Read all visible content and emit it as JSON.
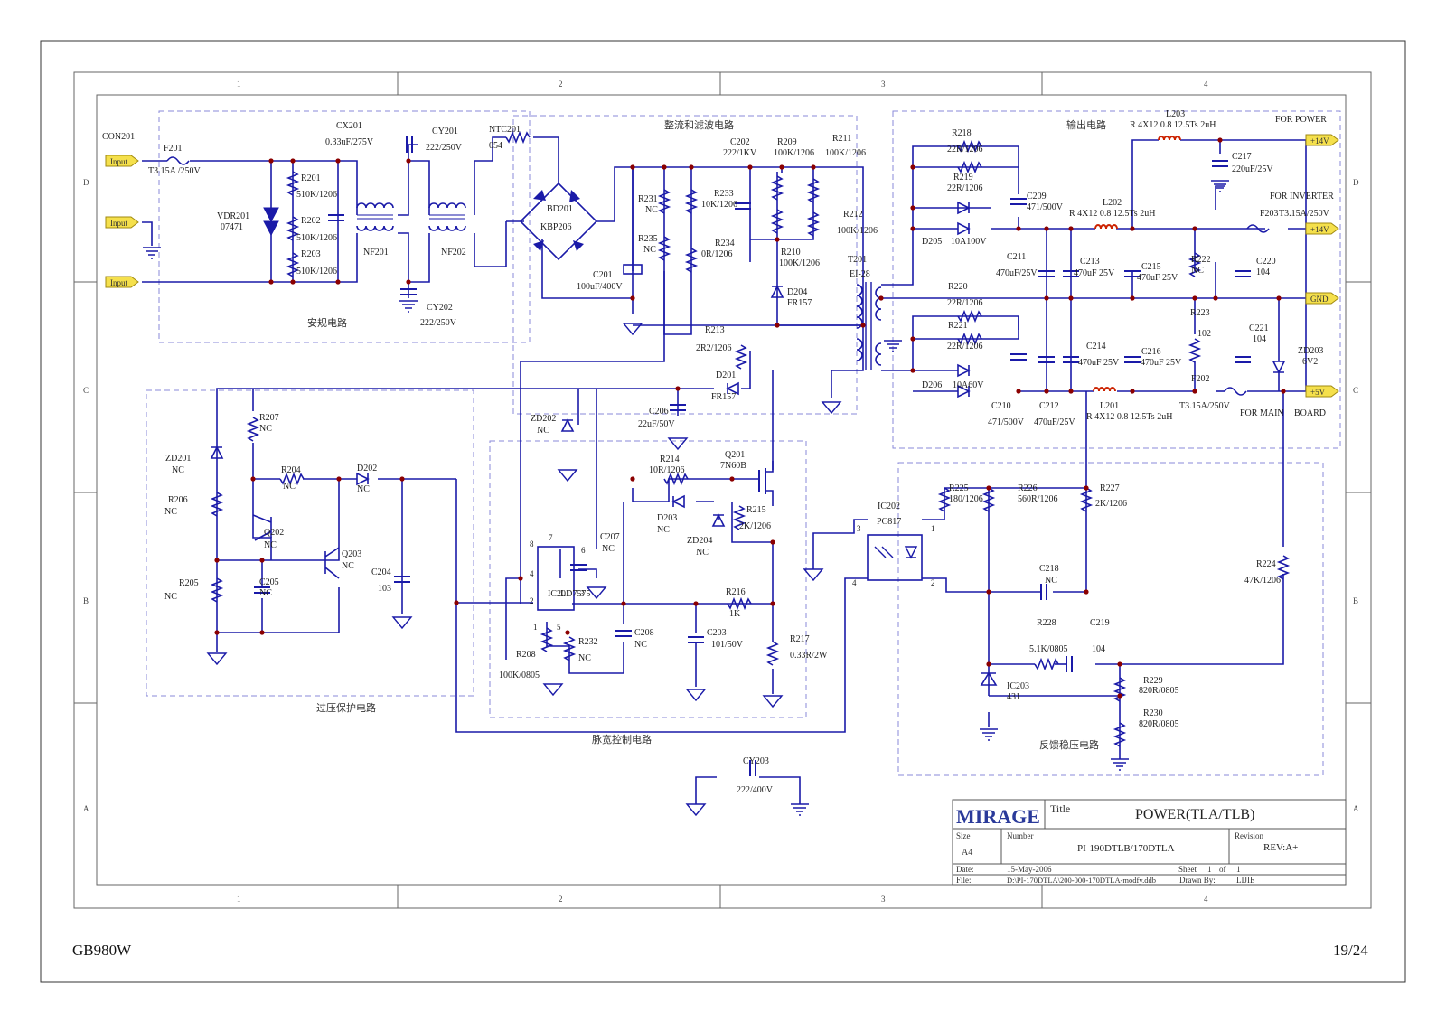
{
  "footer": {
    "model": "GB980W",
    "page": "19/24"
  },
  "grid": {
    "cols": [
      "1",
      "2",
      "3",
      "4"
    ],
    "rows": [
      "D",
      "C",
      "B",
      "A"
    ]
  },
  "sections": {
    "safety": "安规电路",
    "rectifier": "整流和滤波电路",
    "output": "输出电路",
    "ovp": "过压保护电路",
    "pwm": "脉宽控制电路",
    "feedback": "反馈稳压电路"
  },
  "ports": {
    "in1": "Input",
    "in2": "Input",
    "in3": "Input",
    "p14a": "+14V",
    "p14b": "+14V",
    "gnd": "GND",
    "p5": "+5V"
  },
  "labels": {
    "con201": "CON201",
    "f201": "F201",
    "f201v": "T3.15A /250V",
    "vdr": "VDR201",
    "vdrv": "07471",
    "r201": "R201",
    "r201v": "510K/1206",
    "r202": "R202",
    "r202v": "510K/1206",
    "r203": "R203",
    "r203v": "510K/1206",
    "cx201": "CX201",
    "cx201v": "0.33uF/275V",
    "cy201": "CY201",
    "cy201v": "222/250V",
    "cy202": "CY202",
    "cy202v": "222/250V",
    "nf201": "NF201",
    "nf202": "NF202",
    "ntc": "NTC201",
    "ntcv": "054",
    "bd": "BD201",
    "kbp": "KBP206",
    "c201": "C201",
    "c201v": "100uF/400V",
    "c202": "C202",
    "c202v": "222/1KV",
    "r209": "R209",
    "r209v": "100K/1206",
    "r211": "R211",
    "r211v": "100K/1206",
    "r212": "R212",
    "r212v": "100K/1206",
    "r210": "R210",
    "r210v": "100K/1206",
    "r231": "R231",
    "r231v": "NC",
    "r235": "R235",
    "r235v": "NC",
    "r233": "R233",
    "r233v": "10K/1206",
    "r234": "R234",
    "r234v": "0R/1206",
    "d204": "D204",
    "d204v": "FR157",
    "t201": "T201",
    "t201v": "EI-28",
    "r213": "R213",
    "r213v": "2R2/1206",
    "d201": "D201",
    "d201v": "FR157",
    "c206": "C206",
    "c206v": "22uF/50V",
    "zd202": "ZD202",
    "zd202v": "NC",
    "r214": "R214",
    "r214v": "10R/1206",
    "q201": "Q201",
    "q201v": "7N60B",
    "d203": "D203",
    "d203v": "NC",
    "zd204": "ZD204",
    "zd204v": "NC",
    "r215": "R215",
    "r215v": "2K/1206",
    "c207": "C207",
    "c207v": "NC",
    "ic201": "IC201",
    "ic201v": "LD7575",
    "r216": "R216",
    "r216v": "1K",
    "c208": "C208",
    "c208v": "NC",
    "c203": "C203",
    "c203v": "101/50V",
    "r217": "R217",
    "r217v": "0.33R/2W",
    "r208": "R208",
    "r208v": "100K/0805",
    "r232": "R232",
    "r232v": "NC",
    "r207": "R207",
    "r207v": "NC",
    "zd201": "ZD201",
    "zd201v": "NC",
    "r206": "R206",
    "r206v": "NC",
    "r204": "R204",
    "r204v": "NC",
    "d202": "D202",
    "d202v": "NC",
    "q202": "Q202",
    "q202v": "NC",
    "q203": "Q203",
    "q203v": "NC",
    "c205": "C205",
    "c205v": "NC",
    "r205": "R205",
    "r205v": "NC",
    "c204": "C204",
    "c204v": "103",
    "cy203": "CY203",
    "cy203v": "222/400V",
    "r218": "R218",
    "r218v": "22R/1206",
    "r219": "R219",
    "r219v": "22R/1206",
    "c209": "C209",
    "c209v": "471/500V",
    "d205": "D205",
    "d205v": "10A100V",
    "l202": "L202",
    "l202v": "R 4X12 0.8 12.5Ts 2uH",
    "l203": "L203",
    "l203v": "R 4X12 0.8 12.5Ts 2uH",
    "forpower": "FOR POWER",
    "forinv": "FOR INVERTER",
    "c217": "C217",
    "c217v": "220uF/25V",
    "f203": "F203",
    "f203v": "T3.15A/250V",
    "c211": "C211",
    "c211v": "470uF/25V",
    "c213": "C213",
    "c213v": "470uF 25V",
    "c215": "C215",
    "c215v": "470uF 25V",
    "r222": "R222",
    "r222v": "NC",
    "c220": "C220",
    "c220v": "104",
    "r220": "R220",
    "r220v": "22R/1206",
    "r221": "R221",
    "r221v": "22R/1206",
    "r223": "R223",
    "r223v": "102",
    "c221": "C221",
    "c221v": "104",
    "zd203": "ZD203",
    "zd203v": "6V2",
    "c214": "C214",
    "c214v": "470uF 25V",
    "c216": "C216",
    "c216v": "470uF 25V",
    "d206": "D206",
    "d206v": "10A60V",
    "f202": "F202",
    "f202v": "T3.15A/250V",
    "c210": "C210",
    "c210v": "471/500V",
    "c212": "C212",
    "c212v": "470uF/25V",
    "l201": "L201",
    "l201v": "R 4X12 0.8 12.5Ts 2uH",
    "formain": "FOR MAIN",
    "board": "BOARD",
    "ic202": "IC202",
    "ic202v": "PC817",
    "r225": "R225",
    "r225v": "180/1206",
    "r226": "R226",
    "r226v": "560R/1206",
    "r227": "R227",
    "r227v": "2K/1206",
    "c218": "C218",
    "c218v": "NC",
    "r224": "R224",
    "r224v": "47K/1206",
    "r228": "R228",
    "r228v": "5.1K/0805",
    "c219": "C219",
    "c219v": "104",
    "ic203": "IC203",
    "ic203v": "431",
    "r229": "R229",
    "r229v": "820R/0805",
    "r230": "R230",
    "r230v": "820R/0805"
  },
  "title_block": {
    "logo": "MIRAGE",
    "title_label": "Title",
    "title": "POWER(TLA/TLB)",
    "size_label": "Size",
    "size": "A4",
    "number_label": "Number",
    "number": "PI-190DTLB/170DTLA",
    "revision_label": "Revision",
    "revision": "REV:A+",
    "date_label": "Date:",
    "date": "15-May-2006",
    "sheet_label": "Sheet",
    "sheet_num": "1",
    "of_label": "of",
    "sheet_total": "1",
    "file_label": "File:",
    "file": "D:\\PI-170DTLA\\200-000-170DTLA-modfy.ddb",
    "drawn_label": "Drawn By:",
    "drawn": "LIJIE"
  },
  "colors": {
    "wire": "#1a1aa8",
    "comp": "#1a1aa8",
    "frame": "#555555",
    "dash": "#8a8ad8",
    "text": "#1c1c1c",
    "dot": "#8b0000",
    "inductor": "#cc2200",
    "port": "#f5e04c"
  }
}
